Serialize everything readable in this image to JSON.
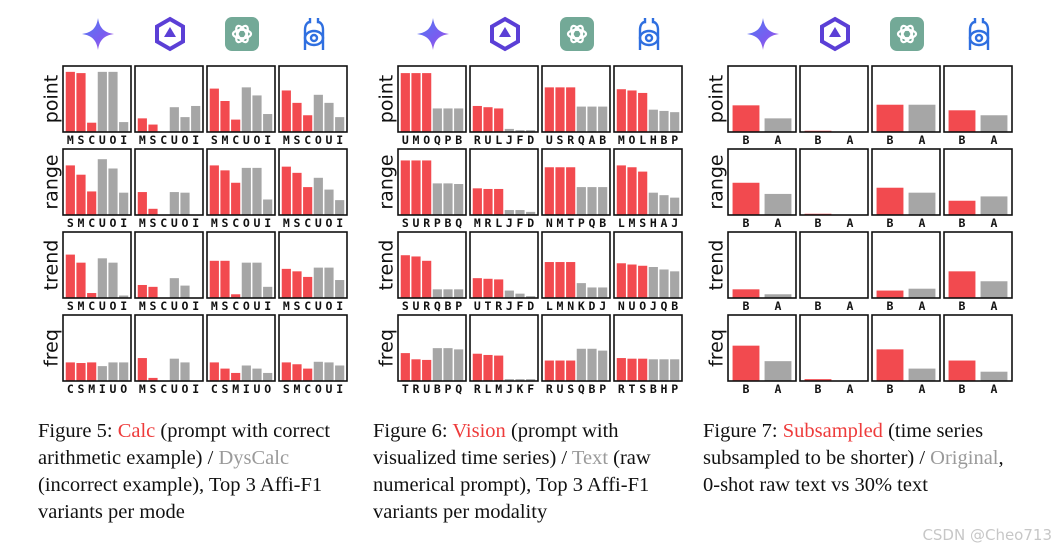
{
  "chart_data": [
    {
      "id": "fig5",
      "type": "bar",
      "row_labels": [
        "point",
        "range",
        "trend",
        "freq"
      ],
      "colors": {
        "highlight": "#f24a4f",
        "baseline": "#a6a6a6"
      },
      "icons": [
        "gemini-sparkle-icon",
        "qwen-icon",
        "openai-icon",
        "llama-icon"
      ],
      "panels": [
        [
          {
            "categories": [
              "M",
              "S",
              "C",
              "U",
              "O",
              "I"
            ],
            "values": [
              0.97,
              0.95,
              0.15,
              0.97,
              0.97,
              0.16
            ],
            "red_count": 3
          },
          {
            "categories": [
              "M",
              "S",
              "C",
              "U",
              "O",
              "I"
            ],
            "values": [
              0.22,
              0.12,
              0.0,
              0.4,
              0.24,
              0.42
            ],
            "red_count": 3
          },
          {
            "categories": [
              "S",
              "M",
              "C",
              "U",
              "O",
              "I"
            ],
            "values": [
              0.7,
              0.5,
              0.2,
              0.72,
              0.59,
              0.29
            ],
            "red_count": 3
          },
          {
            "categories": [
              "M",
              "S",
              "C",
              "O",
              "U",
              "I"
            ],
            "values": [
              0.67,
              0.47,
              0.27,
              0.6,
              0.47,
              0.24
            ],
            "red_count": 3
          }
        ],
        [
          {
            "categories": [
              "S",
              "M",
              "C",
              "U",
              "O",
              "I"
            ],
            "values": [
              0.8,
              0.65,
              0.38,
              0.9,
              0.75,
              0.36
            ],
            "red_count": 3
          },
          {
            "categories": [
              "M",
              "S",
              "C",
              "U",
              "O",
              "I"
            ],
            "values": [
              0.37,
              0.1,
              0.0,
              0.37,
              0.36,
              0.0
            ],
            "red_count": 3
          },
          {
            "categories": [
              "M",
              "S",
              "C",
              "O",
              "U",
              "I"
            ],
            "values": [
              0.8,
              0.72,
              0.52,
              0.76,
              0.76,
              0.25
            ],
            "red_count": 3
          },
          {
            "categories": [
              "M",
              "S",
              "C",
              "U",
              "O",
              "I"
            ],
            "values": [
              0.78,
              0.68,
              0.45,
              0.6,
              0.41,
              0.24
            ],
            "red_count": 3
          }
        ],
        [
          {
            "categories": [
              "S",
              "M",
              "C",
              "U",
              "O",
              "I"
            ],
            "values": [
              0.7,
              0.57,
              0.08,
              0.64,
              0.57,
              0.04
            ],
            "red_count": 3
          },
          {
            "categories": [
              "M",
              "S",
              "C",
              "U",
              "O",
              "I"
            ],
            "values": [
              0.21,
              0.18,
              0.0,
              0.32,
              0.2,
              0.0
            ],
            "red_count": 3
          },
          {
            "categories": [
              "M",
              "S",
              "C",
              "O",
              "U",
              "I"
            ],
            "values": [
              0.6,
              0.6,
              0.06,
              0.57,
              0.57,
              0.18
            ],
            "red_count": 3
          },
          {
            "categories": [
              "M",
              "S",
              "C",
              "U",
              "O",
              "I"
            ],
            "values": [
              0.47,
              0.43,
              0.34,
              0.49,
              0.49,
              0.29
            ],
            "red_count": 3
          }
        ],
        [
          {
            "categories": [
              "C",
              "S",
              "M",
              "I",
              "U",
              "O"
            ],
            "values": [
              0.3,
              0.29,
              0.3,
              0.24,
              0.3,
              0.3
            ],
            "red_count": 3
          },
          {
            "categories": [
              "M",
              "S",
              "C",
              "U",
              "O",
              "I"
            ],
            "values": [
              0.37,
              0.05,
              0.0,
              0.36,
              0.3,
              0.0
            ],
            "red_count": 3
          },
          {
            "categories": [
              "C",
              "S",
              "M",
              "I",
              "U",
              "O"
            ],
            "values": [
              0.3,
              0.2,
              0.13,
              0.25,
              0.2,
              0.13
            ],
            "red_count": 3
          },
          {
            "categories": [
              "S",
              "M",
              "C",
              "O",
              "U",
              "I"
            ],
            "values": [
              0.3,
              0.27,
              0.2,
              0.31,
              0.3,
              0.25
            ],
            "red_count": 3
          }
        ]
      ]
    },
    {
      "id": "fig6",
      "type": "bar",
      "row_labels": [
        "point",
        "range",
        "trend",
        "freq"
      ],
      "colors": {
        "highlight": "#f24a4f",
        "baseline": "#a6a6a6"
      },
      "icons": [
        "gemini-sparkle-icon",
        "qwen-icon",
        "openai-icon",
        "llama-icon"
      ],
      "panels": [
        [
          {
            "categories": [
              "U",
              "M",
              "O",
              "Q",
              "P",
              "B"
            ],
            "values": [
              0.95,
              0.95,
              0.95,
              0.38,
              0.38,
              0.38
            ],
            "red_count": 3
          },
          {
            "categories": [
              "R",
              "U",
              "L",
              "J",
              "F",
              "D"
            ],
            "values": [
              0.42,
              0.4,
              0.38,
              0.05,
              0.03,
              0.03
            ],
            "red_count": 3
          },
          {
            "categories": [
              "U",
              "S",
              "R",
              "Q",
              "A",
              "B"
            ],
            "values": [
              0.72,
              0.72,
              0.72,
              0.41,
              0.41,
              0.41
            ],
            "red_count": 3
          },
          {
            "categories": [
              "M",
              "O",
              "L",
              "H",
              "B",
              "P"
            ],
            "values": [
              0.69,
              0.67,
              0.63,
              0.36,
              0.34,
              0.32
            ],
            "red_count": 3
          }
        ],
        [
          {
            "categories": [
              "S",
              "U",
              "R",
              "P",
              "B",
              "Q"
            ],
            "values": [
              0.88,
              0.88,
              0.88,
              0.51,
              0.51,
              0.5
            ],
            "red_count": 3
          },
          {
            "categories": [
              "M",
              "R",
              "L",
              "J",
              "F",
              "D"
            ],
            "values": [
              0.43,
              0.42,
              0.42,
              0.08,
              0.08,
              0.05
            ],
            "red_count": 3
          },
          {
            "categories": [
              "N",
              "M",
              "T",
              "P",
              "Q",
              "B"
            ],
            "values": [
              0.77,
              0.77,
              0.77,
              0.45,
              0.45,
              0.45
            ],
            "red_count": 3
          },
          {
            "categories": [
              "L",
              "M",
              "S",
              "H",
              "A",
              "J"
            ],
            "values": [
              0.8,
              0.77,
              0.7,
              0.36,
              0.32,
              0.28
            ],
            "red_count": 3
          }
        ],
        [
          {
            "categories": [
              "S",
              "U",
              "R",
              "Q",
              "B",
              "P"
            ],
            "values": [
              0.69,
              0.67,
              0.6,
              0.14,
              0.14,
              0.14
            ],
            "red_count": 3
          },
          {
            "categories": [
              "U",
              "T",
              "R",
              "J",
              "F",
              "D"
            ],
            "values": [
              0.32,
              0.31,
              0.3,
              0.12,
              0.07,
              0.03
            ],
            "red_count": 3
          },
          {
            "categories": [
              "L",
              "M",
              "N",
              "K",
              "D",
              "J"
            ],
            "values": [
              0.58,
              0.58,
              0.58,
              0.24,
              0.17,
              0.17
            ],
            "red_count": 3
          },
          {
            "categories": [
              "N",
              "U",
              "O",
              "J",
              "Q",
              "B"
            ],
            "values": [
              0.56,
              0.54,
              0.52,
              0.5,
              0.46,
              0.43
            ],
            "red_count": 3
          }
        ],
        [
          {
            "categories": [
              "T",
              "R",
              "U",
              "B",
              "P",
              "Q"
            ],
            "values": [
              0.45,
              0.35,
              0.34,
              0.53,
              0.53,
              0.51
            ],
            "red_count": 3
          },
          {
            "categories": [
              "R",
              "L",
              "M",
              "J",
              "K",
              "F"
            ],
            "values": [
              0.44,
              0.42,
              0.41,
              0.03,
              0.03,
              0.03
            ],
            "red_count": 3
          },
          {
            "categories": [
              "R",
              "U",
              "S",
              "Q",
              "B",
              "P"
            ],
            "values": [
              0.33,
              0.33,
              0.33,
              0.52,
              0.52,
              0.49
            ],
            "red_count": 3
          },
          {
            "categories": [
              "R",
              "T",
              "S",
              "B",
              "H",
              "P"
            ],
            "values": [
              0.37,
              0.36,
              0.36,
              0.35,
              0.35,
              0.35
            ],
            "red_count": 3
          }
        ]
      ]
    },
    {
      "id": "fig7",
      "type": "bar",
      "row_labels": [
        "point",
        "range",
        "trend",
        "freq"
      ],
      "colors": {
        "highlight": "#f24a4f",
        "baseline": "#a6a6a6"
      },
      "icons": [
        "gemini-sparkle-icon",
        "qwen-icon",
        "openai-icon",
        "llama-icon"
      ],
      "panels": [
        [
          {
            "categories": [
              "B",
              "A"
            ],
            "values": [
              0.43,
              0.22
            ],
            "red_count": 1
          },
          {
            "categories": [
              "B",
              "A"
            ],
            "values": [
              0.02,
              0.0
            ],
            "red_count": 1
          },
          {
            "categories": [
              "B",
              "A"
            ],
            "values": [
              0.44,
              0.44
            ],
            "red_count": 1
          },
          {
            "categories": [
              "B",
              "A"
            ],
            "values": [
              0.35,
              0.27
            ],
            "red_count": 1
          }
        ],
        [
          {
            "categories": [
              "B",
              "A"
            ],
            "values": [
              0.52,
              0.34
            ],
            "red_count": 1
          },
          {
            "categories": [
              "B",
              "A"
            ],
            "values": [
              0.02,
              0.0
            ],
            "red_count": 1
          },
          {
            "categories": [
              "B",
              "A"
            ],
            "values": [
              0.44,
              0.36
            ],
            "red_count": 1
          },
          {
            "categories": [
              "B",
              "A"
            ],
            "values": [
              0.23,
              0.3
            ],
            "red_count": 1
          }
        ],
        [
          {
            "categories": [
              "B",
              "A"
            ],
            "values": [
              0.14,
              0.06
            ],
            "red_count": 1
          },
          {
            "categories": [
              "B",
              "A"
            ],
            "values": [
              0.0,
              0.0
            ],
            "red_count": 1
          },
          {
            "categories": [
              "B",
              "A"
            ],
            "values": [
              0.12,
              0.15
            ],
            "red_count": 1
          },
          {
            "categories": [
              "B",
              "A"
            ],
            "values": [
              0.43,
              0.27
            ],
            "red_count": 1
          }
        ],
        [
          {
            "categories": [
              "B",
              "A"
            ],
            "values": [
              0.57,
              0.32
            ],
            "red_count": 1
          },
          {
            "categories": [
              "B",
              "A"
            ],
            "values": [
              0.03,
              0.0
            ],
            "red_count": 1
          },
          {
            "categories": [
              "B",
              "A"
            ],
            "values": [
              0.51,
              0.2
            ],
            "red_count": 1
          },
          {
            "categories": [
              "B",
              "A"
            ],
            "values": [
              0.33,
              0.15
            ],
            "red_count": 1
          }
        ]
      ]
    }
  ],
  "captions": {
    "fig5": {
      "prefix": "Figure 5: ",
      "red_term": "Calc",
      "mid": " (prompt with correct arithmetic example) / ",
      "gray_term": "DysCalc",
      "suffix": " (incorrect example), Top 3 Affi-F1 variants per mode"
    },
    "fig6": {
      "prefix": "Figure 6: ",
      "red_term": "Vision",
      "mid": " (prompt with visualized time series) / ",
      "gray_term": "Text",
      "suffix": " (raw numerical prompt), Top 3 Affi-F1 variants per modality"
    },
    "fig7": {
      "prefix": "Figure 7: ",
      "red_term": "Subsampled",
      "mid": " (time series subsampled to be shorter) / ",
      "gray_term": "Original",
      "suffix": ", 0-shot raw text vs 30% text"
    }
  },
  "watermark": "CSDN @Cheo713"
}
